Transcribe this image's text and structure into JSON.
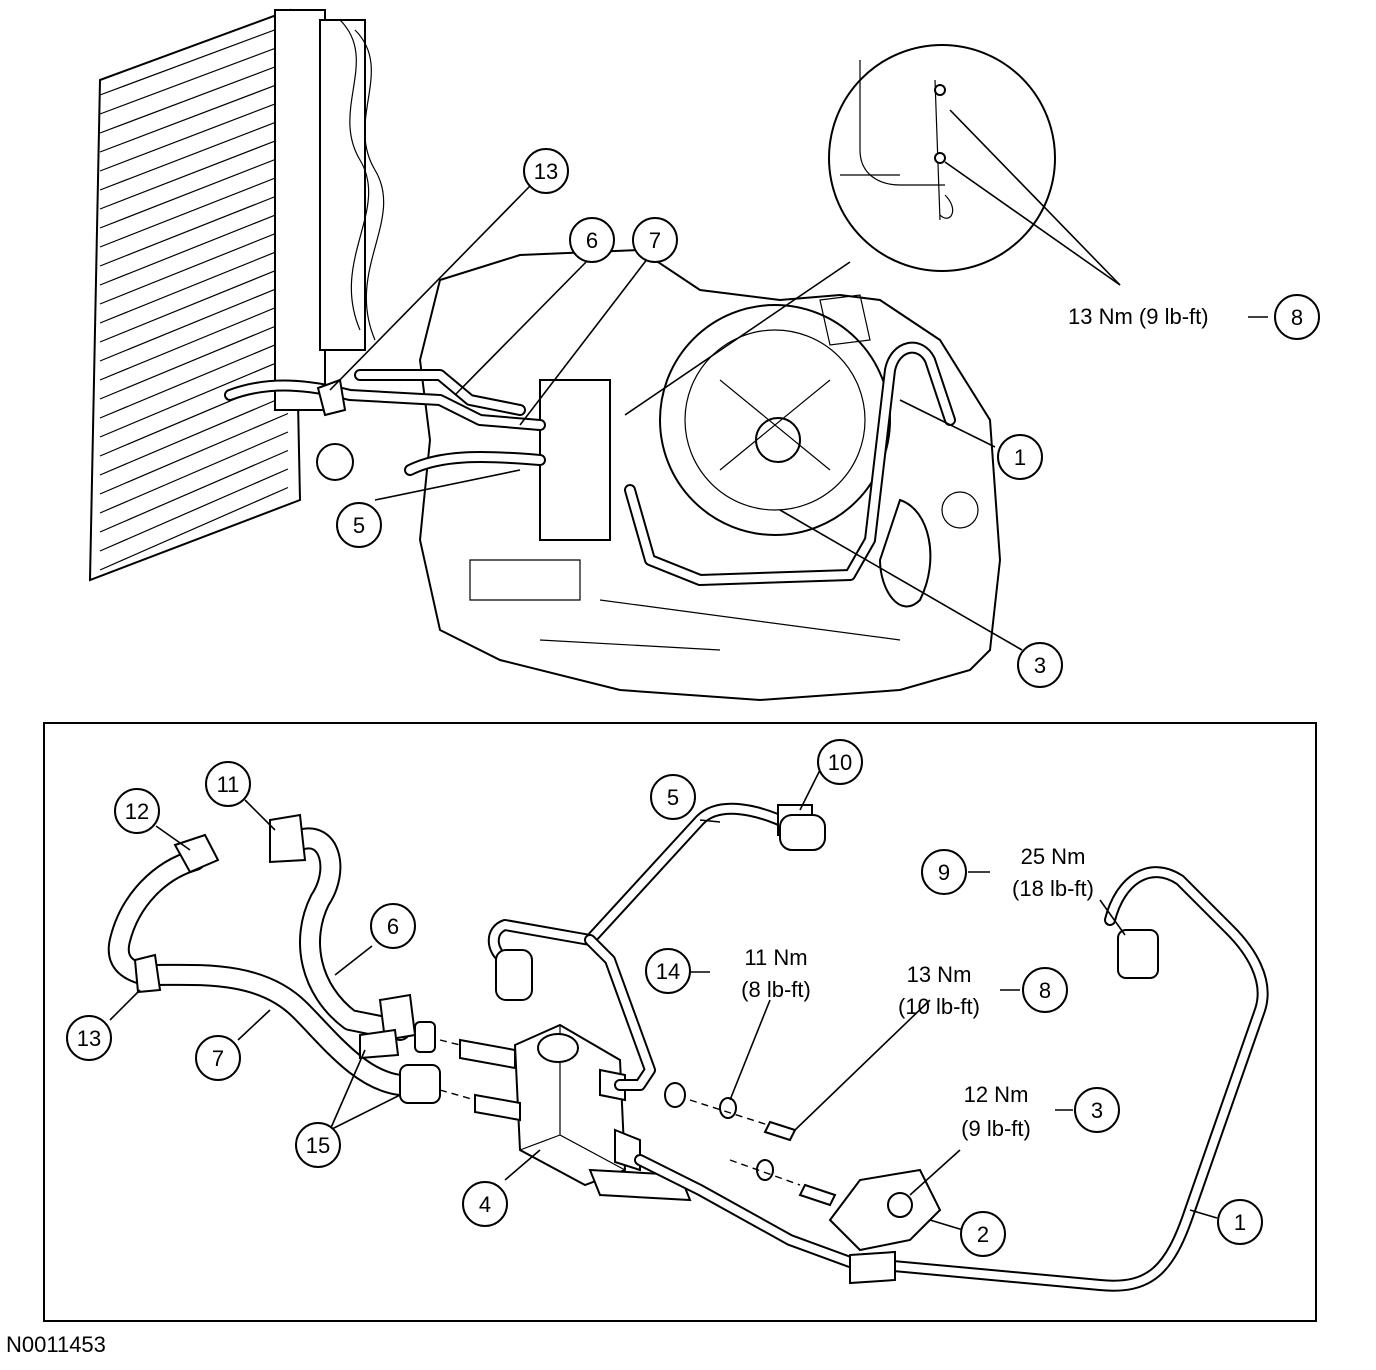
{
  "figure_id": "N0011453",
  "callouts_top": [
    {
      "num": "13"
    },
    {
      "num": "6"
    },
    {
      "num": "7"
    },
    {
      "num": "8"
    },
    {
      "num": "1"
    },
    {
      "num": "5"
    },
    {
      "num": "3"
    }
  ],
  "callouts_bottom": [
    {
      "num": "12"
    },
    {
      "num": "11"
    },
    {
      "num": "5"
    },
    {
      "num": "10"
    },
    {
      "num": "9"
    },
    {
      "num": "6"
    },
    {
      "num": "14"
    },
    {
      "num": "8"
    },
    {
      "num": "13"
    },
    {
      "num": "7"
    },
    {
      "num": "3"
    },
    {
      "num": "15"
    },
    {
      "num": "4"
    },
    {
      "num": "2"
    },
    {
      "num": "1"
    }
  ],
  "torque_top": {
    "text": "13 Nm (9 lb-ft)"
  },
  "torque_bottom": [
    {
      "line1": "25 Nm",
      "line2": "(18 lb-ft)"
    },
    {
      "line1": "11 Nm",
      "line2": "(8 lb-ft)"
    },
    {
      "line1": "13 Nm",
      "line2": "(10 lb-ft)"
    },
    {
      "line1": "12 Nm",
      "line2": "(9 lb-ft)"
    }
  ]
}
